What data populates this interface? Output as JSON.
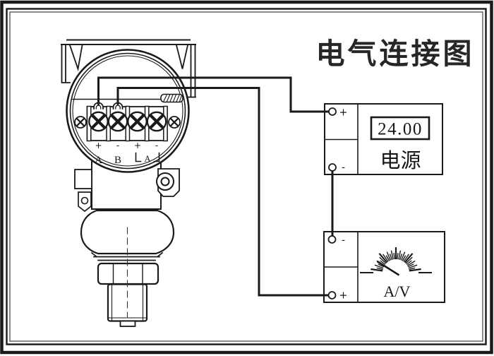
{
  "title": "电气连接图",
  "colors": {
    "line": "#1a1a1a",
    "text": "#161616",
    "background": "#ffffff"
  },
  "transmitter": {
    "terminal_1": {
      "polarity": "+",
      "label": "A"
    },
    "terminal_2": {
      "polarity": "-",
      "label": "B"
    },
    "terminal_3": {
      "polarity": "+"
    },
    "terminal_4": {
      "polarity": "-"
    },
    "meter_bracket_label": "A"
  },
  "power_supply": {
    "display_value": "24.00",
    "label": "电源",
    "terminal_plus": "+",
    "terminal_minus": "-"
  },
  "meter": {
    "label": "A/V",
    "terminal_minus": "-",
    "terminal_plus": "+"
  }
}
